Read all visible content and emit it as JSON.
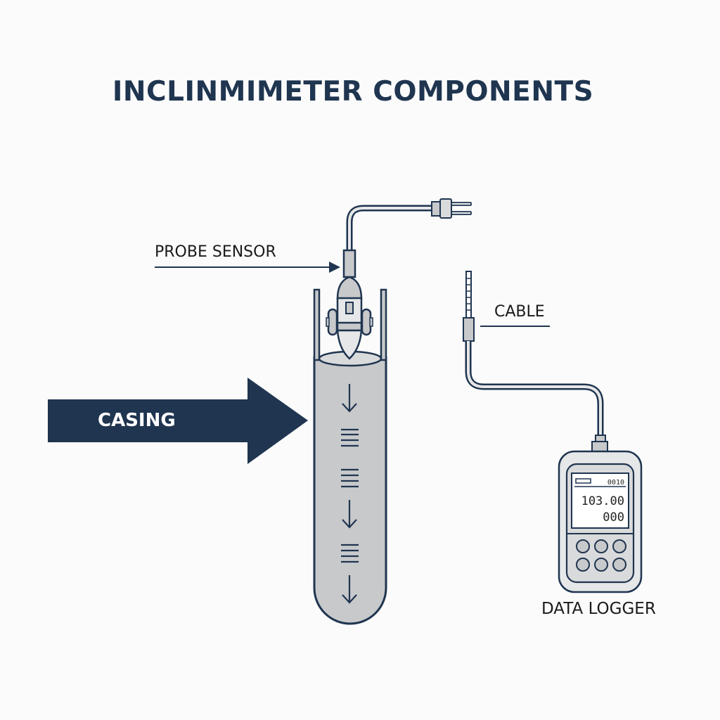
{
  "title": "INCLINMIMETER COMPONENTS",
  "labels": {
    "probe_sensor": "PROBE SENSOR",
    "cable": "CABLE",
    "casing": "CASING",
    "data_logger": "DATA LOGGER"
  },
  "data_logger_display": {
    "top_right": "0010",
    "main_reading": "103.00",
    "sub_reading": "000"
  },
  "colors": {
    "primary_navy": "#1f3550",
    "fill_gray": "#c8c9cb",
    "light_gray": "#e6e7e8",
    "background": "#fbfbfb"
  }
}
